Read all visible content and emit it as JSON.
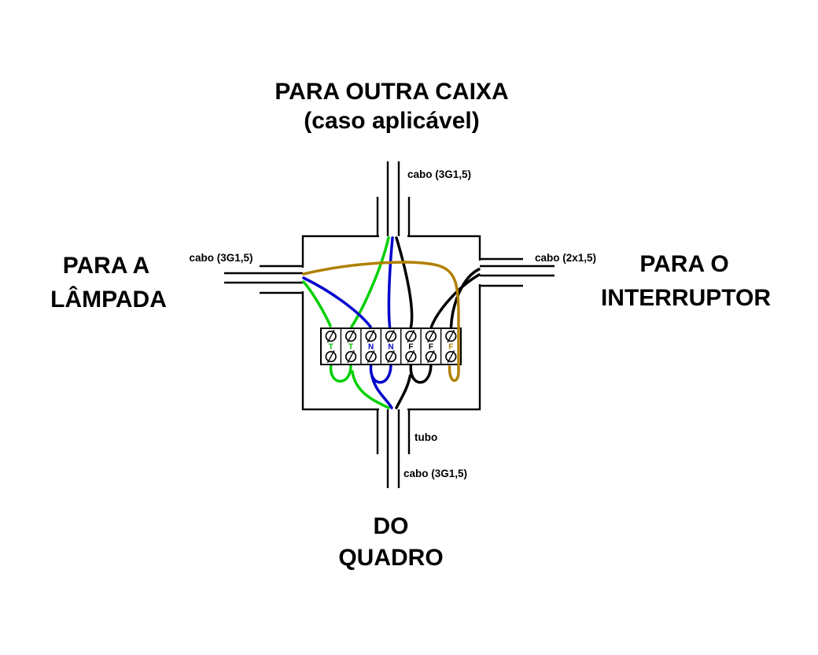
{
  "title": {
    "line1": "PARA OUTRA CAIXA",
    "line2": "(caso aplicável)"
  },
  "side_labels": {
    "left": {
      "line1": "PARA A",
      "line2": "LÂMPADA"
    },
    "right": {
      "line1": "PARA O",
      "line2": "INTERRUPTOR"
    },
    "bottom": {
      "line1": "DO",
      "line2": "QUADRO"
    }
  },
  "cable_labels": {
    "top": "cabo (3G1,5)",
    "left": "cabo (3G1,5)",
    "right": "cabo (2x1,5)",
    "bottom": "cabo (3G1,5)",
    "tube": "tubo"
  },
  "terminals": {
    "labels": [
      "T",
      "T",
      "N",
      "N",
      "F",
      "F",
      "F"
    ],
    "colors": [
      "#00c000",
      "#00c000",
      "#0000cc",
      "#0000cc",
      "#000000",
      "#000000",
      "#b08000"
    ]
  },
  "wire_colors": {
    "earth": "#00d000",
    "neutral": "#0000cc",
    "phase": "#000000",
    "switched_phase": "#b08000"
  }
}
